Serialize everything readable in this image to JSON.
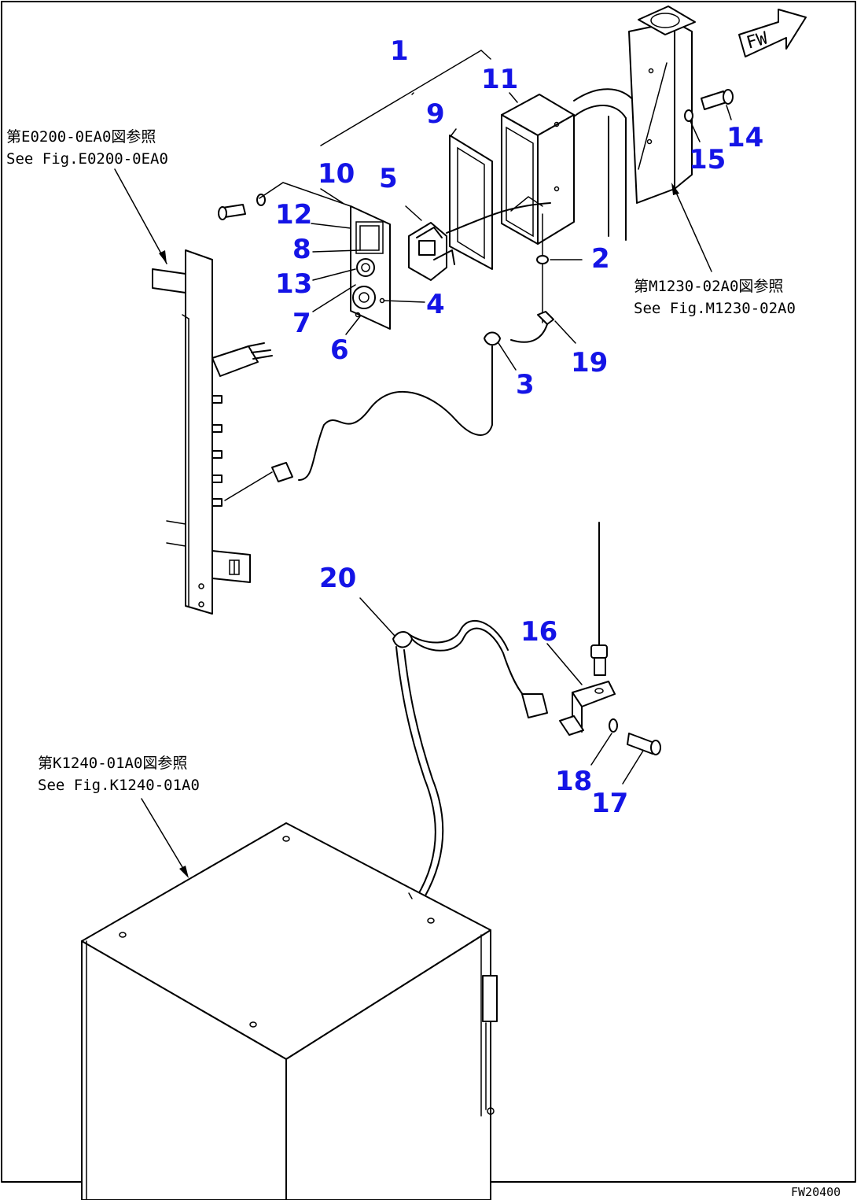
{
  "callouts": [
    "1",
    "2",
    "3",
    "4",
    "5",
    "6",
    "7",
    "8",
    "9",
    "10",
    "11",
    "12",
    "13",
    "14",
    "15",
    "16",
    "17",
    "18",
    "19",
    "20"
  ],
  "references": {
    "e0200_jp": "第E0200-0EA0図参照",
    "e0200_en": "See Fig.E0200-0EA0",
    "m1230_jp": "第M1230-02A0図参照",
    "m1230_en": "See Fig.M1230-02A0",
    "k1240_jp": "第K1240-01A0図参照",
    "k1240_en": "See Fig.K1240-01A0"
  },
  "forward_marker": "FW",
  "drawing_code": "FW20400"
}
